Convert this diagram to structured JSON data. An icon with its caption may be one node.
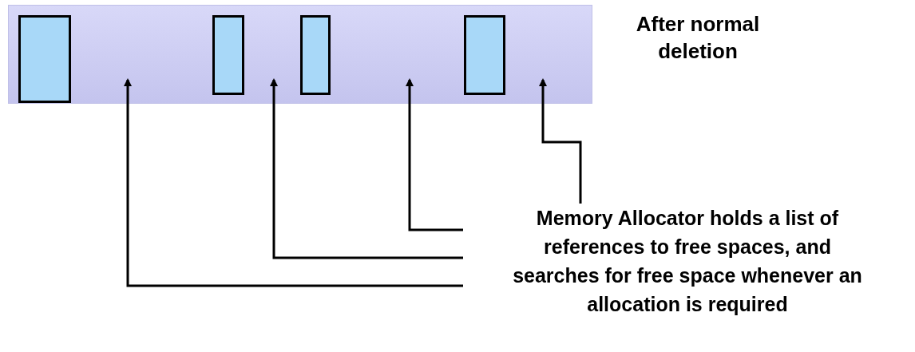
{
  "diagram": {
    "nodes": [
      {
        "text": [
          "After normal deletion"
        ]
      },
      {
        "text": [],
        "shape": "box",
        "in": 0
      },
      {
        "text": [],
        "shape": "box",
        "in": 0
      },
      {
        "text": [],
        "shape": "box",
        "in": 0
      },
      {
        "text": [],
        "shape": "box",
        "in": 0
      },
      {
        "text": [
          "Memory Allocator holds a list of references to free spaces, and searches for free space whenever an allocation is required"
        ]
      }
    ],
    "edges": [
      {
        "from": 5,
        "to": 0,
        "arrow": "to"
      },
      {
        "from": 5,
        "to": 0,
        "arrow": "to"
      },
      {
        "from": 5,
        "to": 0,
        "arrow": "to"
      },
      {
        "from": 5,
        "to": 0,
        "arrow": "to"
      }
    ]
  }
}
